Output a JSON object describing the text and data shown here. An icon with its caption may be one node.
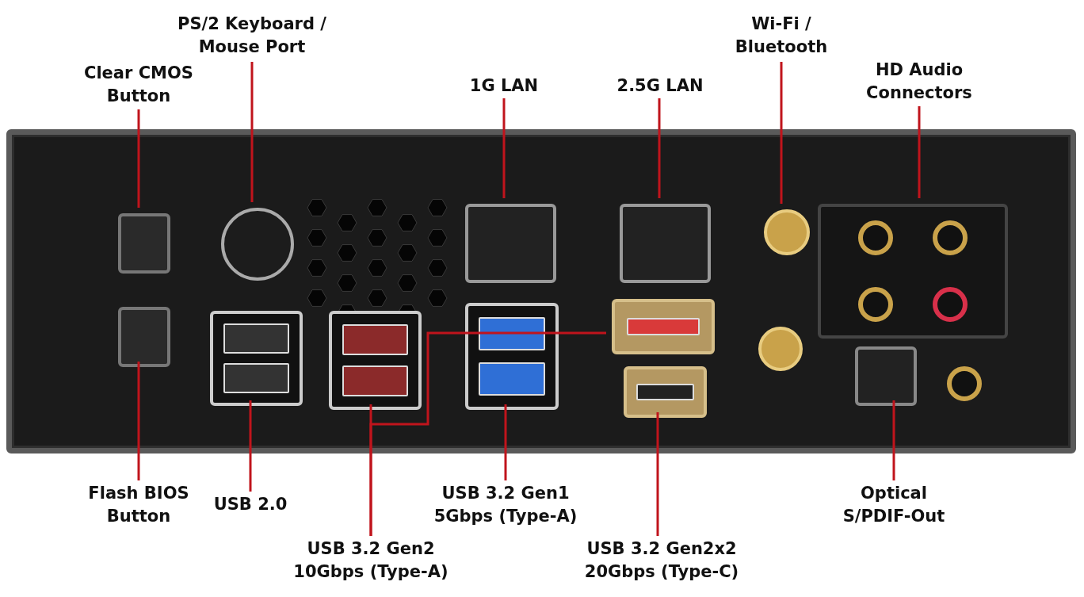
{
  "diagram": {
    "nodes": [
      {
        "text": [
          "Clear CMOS Button"
        ]
      },
      {
        "text": [
          "PS/2 Keyboard / Mouse Port"
        ]
      },
      {
        "text": [
          "1G LAN"
        ]
      },
      {
        "text": [
          "2.5G LAN"
        ]
      },
      {
        "text": [
          "Wi-Fi / Bluetooth"
        ]
      },
      {
        "text": [
          "HD Audio Connectors"
        ]
      },
      {
        "text": [],
        "shape": "picture"
      },
      {
        "text": [],
        "shape": "box",
        "in": 6
      },
      {
        "text": [],
        "shape": "box",
        "in": 6
      },
      {
        "text": [],
        "shape": "circle",
        "in": 6
      },
      {
        "text": [],
        "shape": "box",
        "in": 6
      },
      {
        "text": [],
        "shape": "box",
        "in": 6
      },
      {
        "text": [],
        "shape": "box",
        "in": 6
      },
      {
        "text": [],
        "shape": "box",
        "in": 6
      },
      {
        "text": [],
        "shape": "box",
        "in": 6
      },
      {
        "text": [],
        "shape": "box",
        "in": 6
      },
      {
        "text": [],
        "shape": "box",
        "in": 6
      },
      {
        "text": [],
        "shape": "circle",
        "in": 6
      },
      {
        "text": [],
        "shape": "box",
        "in": 6
      },
      {
        "text": [],
        "shape": "box",
        "in": 6
      },
      {
        "text": [
          "Flash BIOS Button"
        ]
      },
      {
        "text": [
          "USB 2.0"
        ]
      },
      {
        "text": [
          "USB 3.2 Gen2 10Gbps (Type-A)"
        ]
      },
      {
        "text": [
          "USB 3.2 Gen1 5Gbps (Type-A)"
        ]
      },
      {
        "text": [
          "USB 3.2 Gen2x2 20Gbps (Type-C)"
        ]
      },
      {
        "text": [
          "Optical S/PDIF-Out"
        ]
      }
    ],
    "edges": [
      {
        "from": 0,
        "to": 7,
        "arrow": "none"
      },
      {
        "from": 1,
        "to": 9,
        "arrow": "none"
      },
      {
        "from": 2,
        "to": 12,
        "arrow": "none"
      },
      {
        "from": 3,
        "to": 14,
        "arrow": "none"
      },
      {
        "from": 4,
        "to": 17,
        "arrow": "none"
      },
      {
        "from": 5,
        "to": 18,
        "arrow": "none"
      },
      {
        "from": 20,
        "to": 8,
        "arrow": "none"
      },
      {
        "from": 21,
        "to": 10,
        "arrow": "none"
      },
      {
        "from": 22,
        "to": 11,
        "arrow": "none"
      },
      {
        "from": 22,
        "to": 15,
        "arrow": "none"
      },
      {
        "from": 23,
        "to": 13,
        "arrow": "none"
      },
      {
        "from": 24,
        "to": 16,
        "arrow": "none"
      },
      {
        "from": 25,
        "to": 19,
        "arrow": "none"
      }
    ]
  }
}
